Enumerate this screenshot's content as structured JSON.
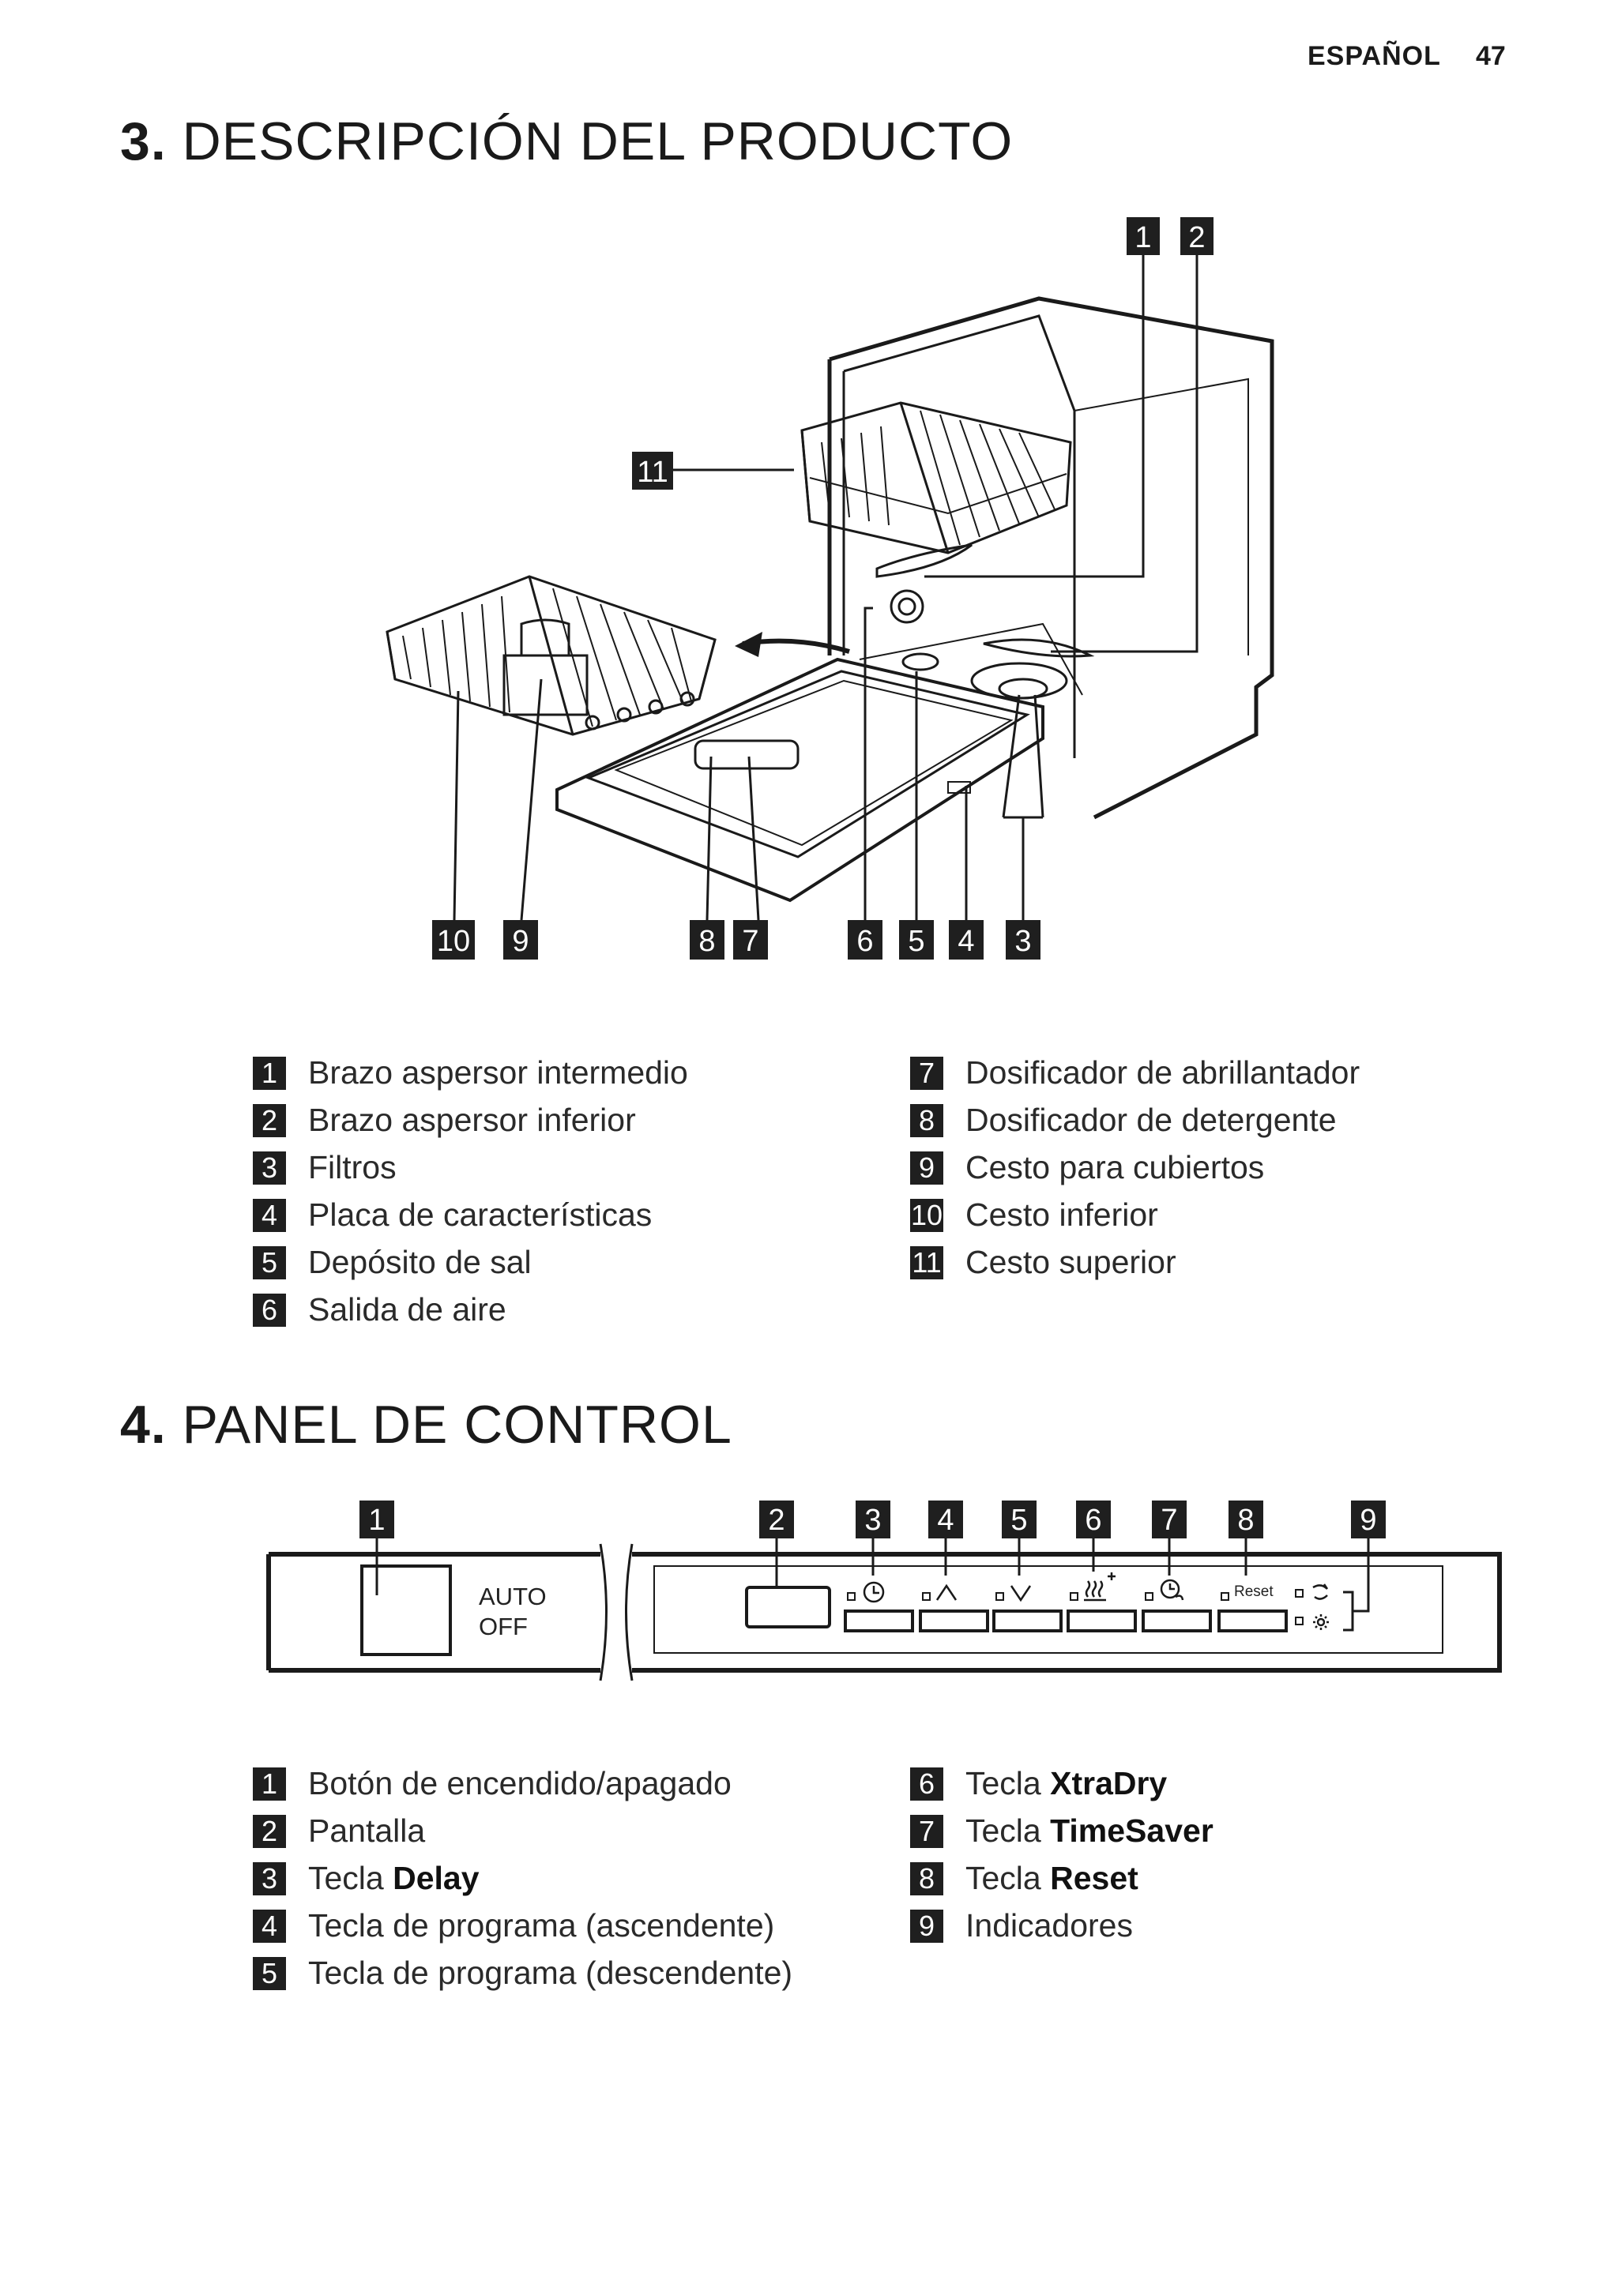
{
  "header": {
    "language": "ESPAÑOL",
    "page_number": "47"
  },
  "section3": {
    "number": "3.",
    "title": "DESCRIPCIÓN DEL PRODUCTO",
    "diagram_labels": [
      "1",
      "2",
      "3",
      "4",
      "5",
      "6",
      "7",
      "8",
      "9",
      "10",
      "11"
    ],
    "legend": [
      {
        "num": "1",
        "text": "Brazo aspersor intermedio"
      },
      {
        "num": "2",
        "text": "Brazo aspersor inferior"
      },
      {
        "num": "3",
        "text": "Filtros"
      },
      {
        "num": "4",
        "text": "Placa de características"
      },
      {
        "num": "5",
        "text": "Depósito de sal"
      },
      {
        "num": "6",
        "text": "Salida de aire"
      },
      {
        "num": "7",
        "text": "Dosificador de abrillantador"
      },
      {
        "num": "8",
        "text": "Dosificador de detergente"
      },
      {
        "num": "9",
        "text": "Cesto para cubiertos"
      },
      {
        "num": "10",
        "text": "Cesto inferior"
      },
      {
        "num": "11",
        "text": "Cesto superior"
      }
    ]
  },
  "section4": {
    "number": "4.",
    "title": "PANEL DE CONTROL",
    "panel": {
      "auto_off_line1": "AUTO",
      "auto_off_line2": "OFF",
      "reset_label": "Reset"
    },
    "legend": [
      {
        "num": "1",
        "prefix": "Botón de encendido/apagado",
        "bold": ""
      },
      {
        "num": "2",
        "prefix": "Pantalla",
        "bold": ""
      },
      {
        "num": "3",
        "prefix": "Tecla ",
        "bold": "Delay"
      },
      {
        "num": "4",
        "prefix": "Tecla de programa (ascendente)",
        "bold": ""
      },
      {
        "num": "5",
        "prefix": "Tecla de programa (descendente)",
        "bold": ""
      },
      {
        "num": "6",
        "prefix": "Tecla ",
        "bold": "XtraDry"
      },
      {
        "num": "7",
        "prefix": "Tecla ",
        "bold": "TimeSaver"
      },
      {
        "num": "8",
        "prefix": "Tecla ",
        "bold": "Reset"
      },
      {
        "num": "9",
        "prefix": "Indicadores",
        "bold": ""
      }
    ]
  }
}
